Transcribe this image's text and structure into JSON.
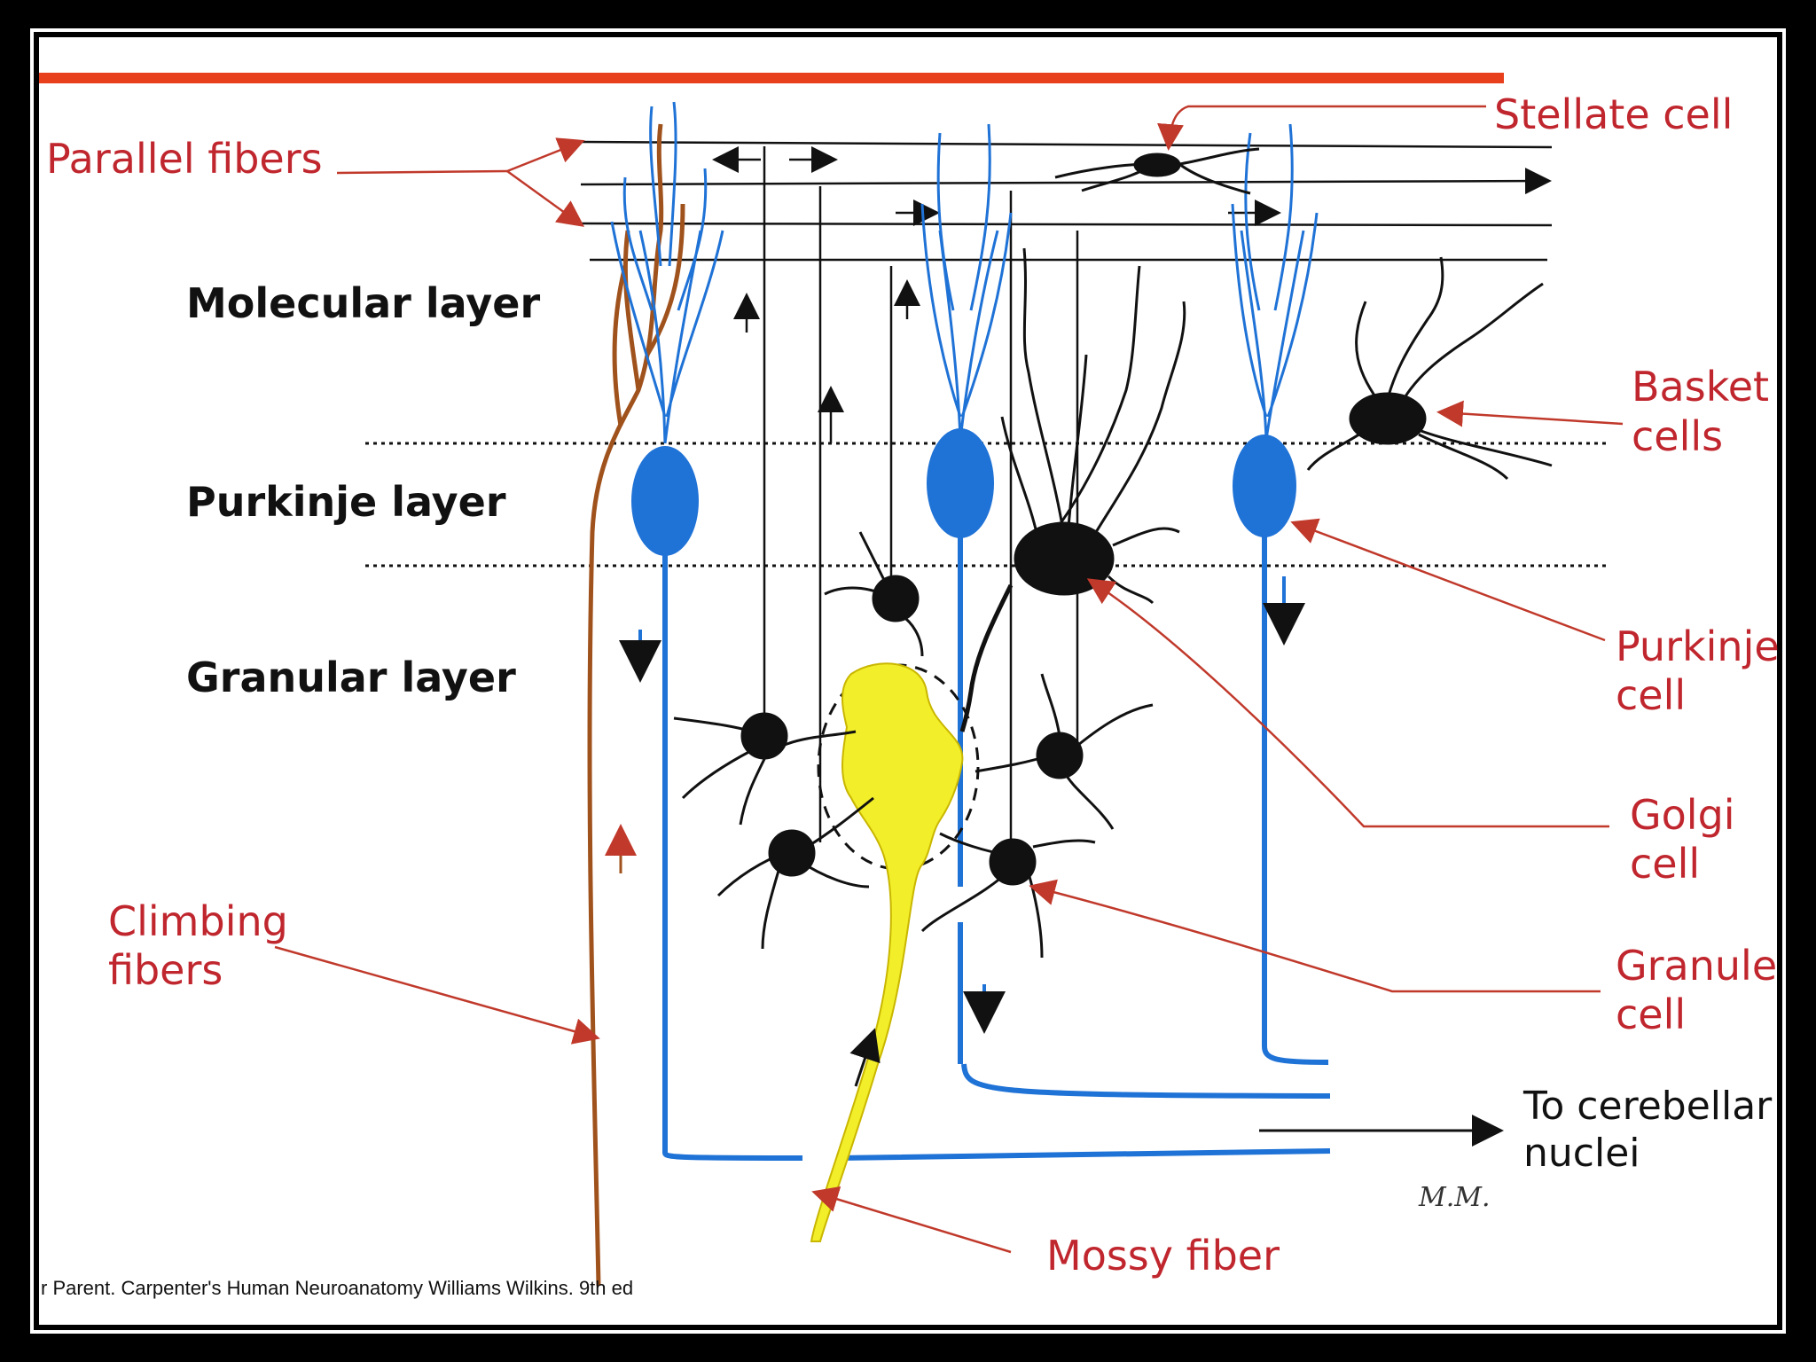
{
  "labels": {
    "parallel_fibers": "Parallel fibers",
    "stellate_cell": "Stellate cell",
    "molecular_layer": "Molecular layer",
    "purkinje_layer": "Purkinje layer",
    "granular_layer": "Granular layer",
    "basket_cells": [
      "Basket",
      "cells"
    ],
    "purkinje_cell": [
      "Purkinje",
      "cell"
    ],
    "golgi_cell": [
      "Golgi",
      "cell"
    ],
    "granule_cell": [
      "Granule",
      "cell"
    ],
    "climbing_fibers": [
      "Climbing",
      "fibers"
    ],
    "to_cerebellar_nuclei": [
      "To cerebellar",
      "nuclei"
    ],
    "mossy_fiber": "Mossy fiber"
  },
  "citation": "r Parent. Carpenter's Human Neuroanatomy Williams Wilkins. 9th ed",
  "signature": "M.M.",
  "colors": {
    "frame": "#000000",
    "background": "#ffffff",
    "title_rule": "#e8401c",
    "label_red": "#c0262d",
    "leader_line": "#c0392b",
    "purkinje_blue": "#1f72d6",
    "climbing_brown": "#a0521d",
    "mossy_yellow": "#f2ef2a",
    "neuron_black": "#111111"
  }
}
